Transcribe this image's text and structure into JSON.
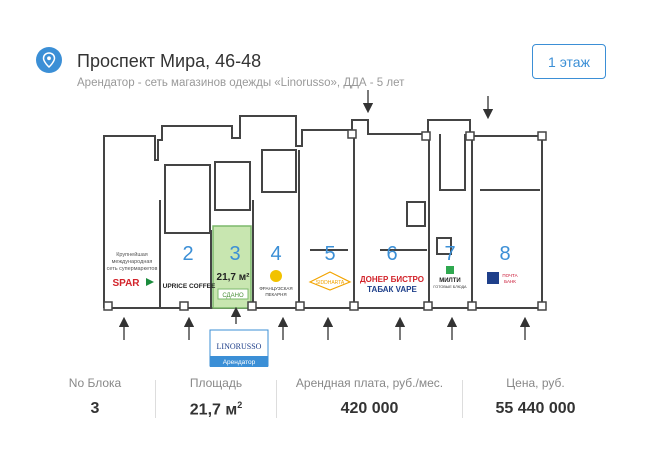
{
  "header": {
    "title": "Проспект Мира, 46-48",
    "subtitle": "Арендатор - сеть магазинов одежды «Linorusso», ДДА - 5 лет",
    "floor_button": "1 этаж"
  },
  "plan": {
    "blocks": [
      {
        "number": "2",
        "tenant": "UPRICE COFFEE"
      },
      {
        "number": "3",
        "area": "21,7 м²",
        "status": "СДАНО"
      },
      {
        "number": "4",
        "tenant_line1": "ФРАНЦУЗСКАЯ",
        "tenant_line2": "ПЕКАРНЯ"
      },
      {
        "number": "5",
        "tenant": "SIDDHARTA"
      },
      {
        "number": "6",
        "tenant_line1": "ДОНЕР БИСТРО",
        "tenant_line2": "ТАБАК VAPE"
      },
      {
        "number": "7",
        "tenant_line1": "МИЛТИ",
        "tenant_line2": "ГОТОВЫЕ БЛЮДА"
      },
      {
        "number": "8",
        "tenant_line1": "ПОЧТА",
        "tenant_line2": "БАНК"
      }
    ],
    "spar_caption": [
      "Крупнейшая",
      "международная",
      "сеть супермаркетов"
    ],
    "spar_logo": "SPAR",
    "tenant_card": {
      "logo": "LINORUSSO",
      "label": "Арендатор"
    },
    "colors": {
      "accent": "#3b8fd6",
      "rented": "#c8e6b0",
      "rented_border": "#7cb86b"
    }
  },
  "stats": {
    "block": {
      "label": "No Блока",
      "value": "3"
    },
    "area": {
      "label": "Площадь",
      "value": "21,7 м",
      "sup": "2"
    },
    "rent": {
      "label": "Арендная плата, руб./мес.",
      "value": "420 000"
    },
    "price": {
      "label": "Цена, руб.",
      "value": "55 440 000"
    }
  }
}
